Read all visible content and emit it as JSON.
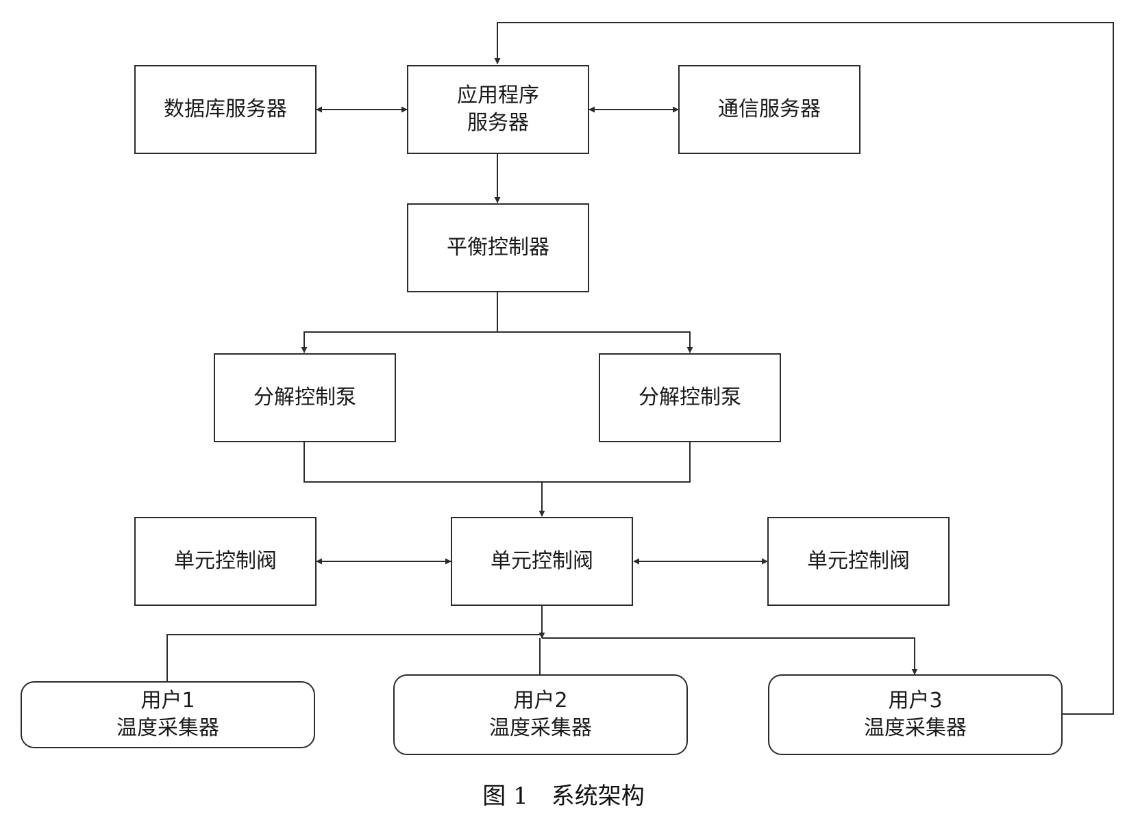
{
  "nodes": {
    "database_server": "数据库服务器",
    "app_server_line1": "应用程序",
    "app_server_line2": "服务器",
    "comm_server": "通信服务器",
    "balance_controller": "平衡控制器",
    "decomp_pump_left": "分解控制泵",
    "decomp_pump_right": "分解控制泵",
    "unit_valve_left": "单元控制阀",
    "unit_valve_center": "单元控制阀",
    "unit_valve_right": "单元控制阀",
    "user1_line1": "用户1",
    "user1_line2": "温度采集器",
    "user2_line1": "用户2",
    "user2_line2": "温度采集器",
    "user3_line1": "用户3",
    "user3_line2": "温度采集器"
  },
  "caption": "图 1　系统架构",
  "colors": {
    "line": "#2b2b2b",
    "text": "#1a1a1a"
  }
}
